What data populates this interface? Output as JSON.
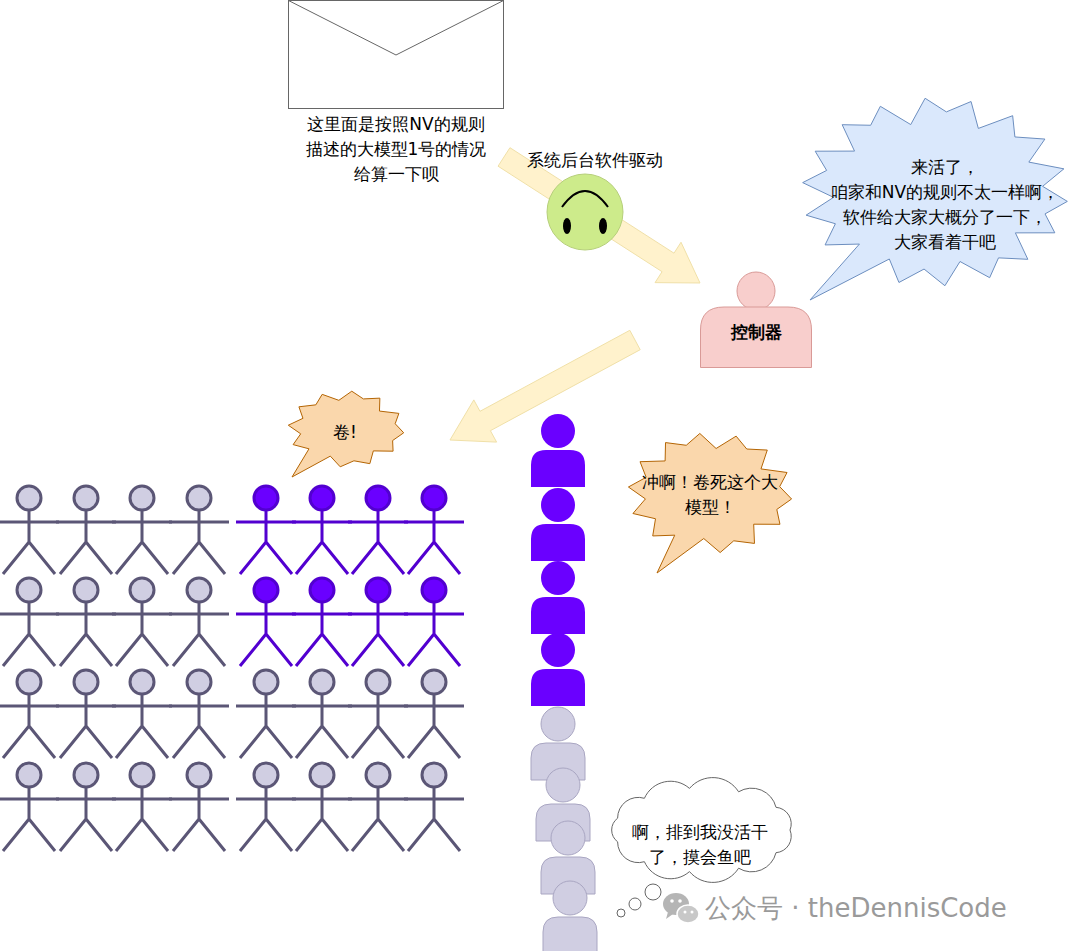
{
  "diagram": {
    "nodes": [
      {
        "text": [
          "这里面是按照NV的规则 描述的大模型1号的情况 给算一下呗"
        ]
      },
      {
        "text": [
          "系统后台软件驱动"
        ]
      },
      {
        "text": [
          "控制器"
        ]
      },
      {
        "text": [
          "来活了， 咱家和NV的规则不太一样啊， 软件给大家大概分了一下， 大家看着干吧"
        ]
      },
      {
        "text": [
          "卷!"
        ]
      },
      {
        "text": [
          "冲啊！卷死这个大 模型！"
        ]
      },
      {
        "text": [
          "啊，排到我没活干 了，摸会鱼吧"
        ]
      }
    ],
    "edges": [
      {
        "from": 0,
        "to": 2,
        "arrow": "to"
      }
    ],
    "labels": [
      "公众号 · theDennisCode"
    ]
  }
}
